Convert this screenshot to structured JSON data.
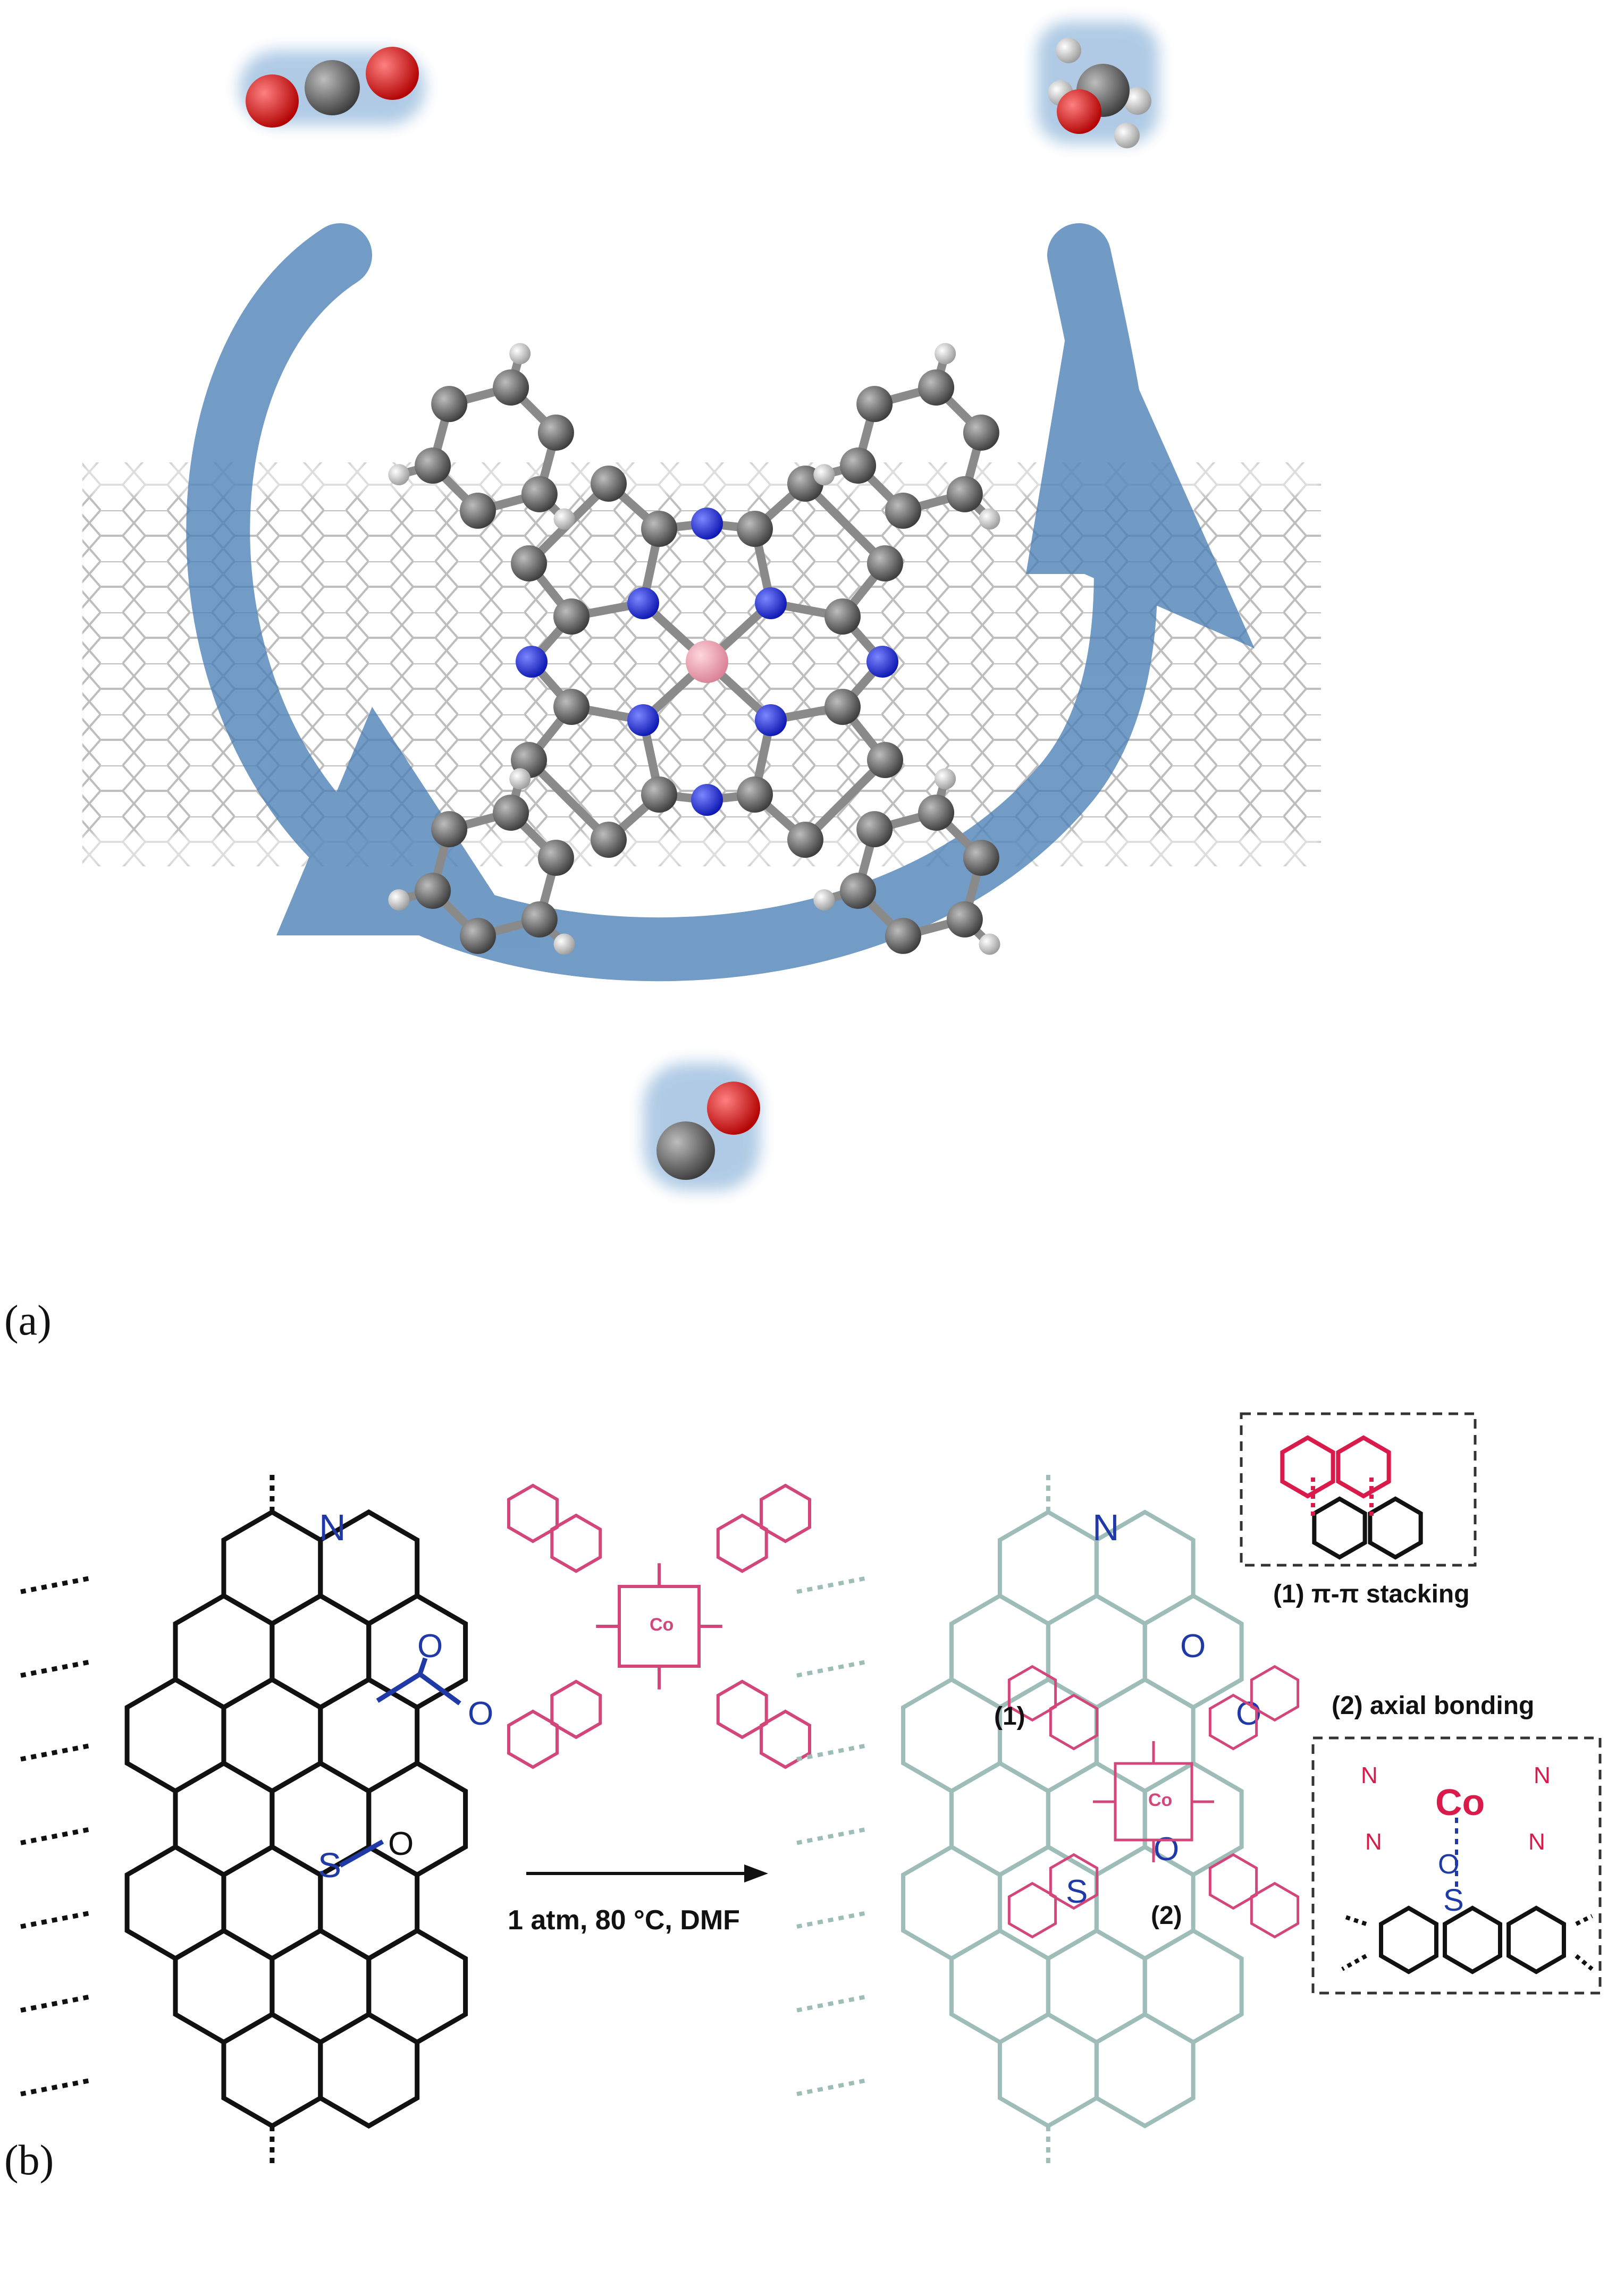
{
  "panels": {
    "a": {
      "label": "(a)"
    },
    "b": {
      "label": "(b)"
    }
  },
  "molecules": {
    "reactant": "CO2",
    "product_top": "CH3OH",
    "product_bottom": "CO",
    "catalyst_center": "Co"
  },
  "scheme": {
    "reaction_conditions": "1 atm, 80 °C, DMF",
    "interaction_1_marker": "(1)",
    "interaction_2_marker": "(2)",
    "interaction_1_label": "(1) π-π stacking",
    "interaction_2_label": "(2) axial bonding",
    "atoms": {
      "N": "N",
      "O": "O",
      "S": "S",
      "Co": "Co",
      "O_minus": "O"
    }
  },
  "colors": {
    "arrow_blue": "#4a7fb5",
    "phthalocyanine_pink": "#d2467a",
    "heteroatom_blue": "#1f3aa6",
    "carbon_gray": "#555555",
    "oxygen_red": "#e01010",
    "nitrogen_blue": "#1020e0",
    "cobalt_pink": "#f0a0b0",
    "faded_graphene": "#9fbdb8"
  }
}
